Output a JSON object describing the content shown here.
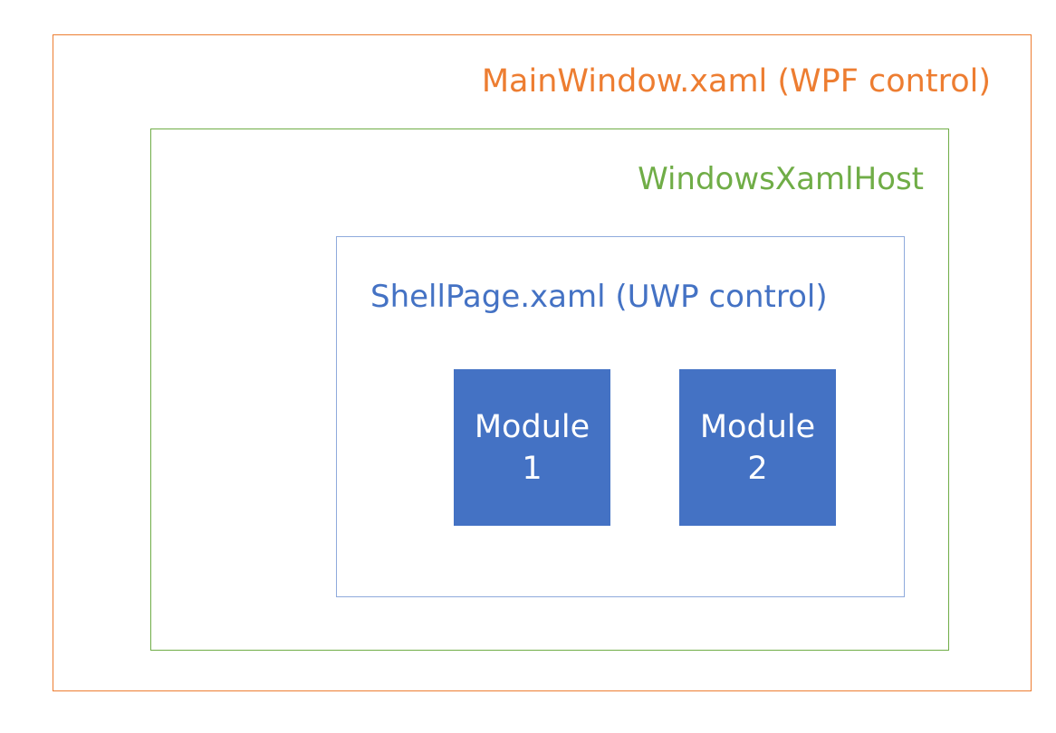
{
  "colors": {
    "main_window": "#ED7D31",
    "host": "#70AD47",
    "shell": "#4472C4",
    "shell_border": "#8FAADC",
    "module_fill": "#4472C4"
  },
  "main_window": {
    "label": "MainWindow.xaml (WPF control)"
  },
  "host": {
    "label": "WindowsXamlHost"
  },
  "shell": {
    "label": "ShellPage.xaml (UWP control)"
  },
  "modules": [
    {
      "line1": "Module",
      "line2": "1"
    },
    {
      "line1": "Module",
      "line2": "2"
    }
  ]
}
